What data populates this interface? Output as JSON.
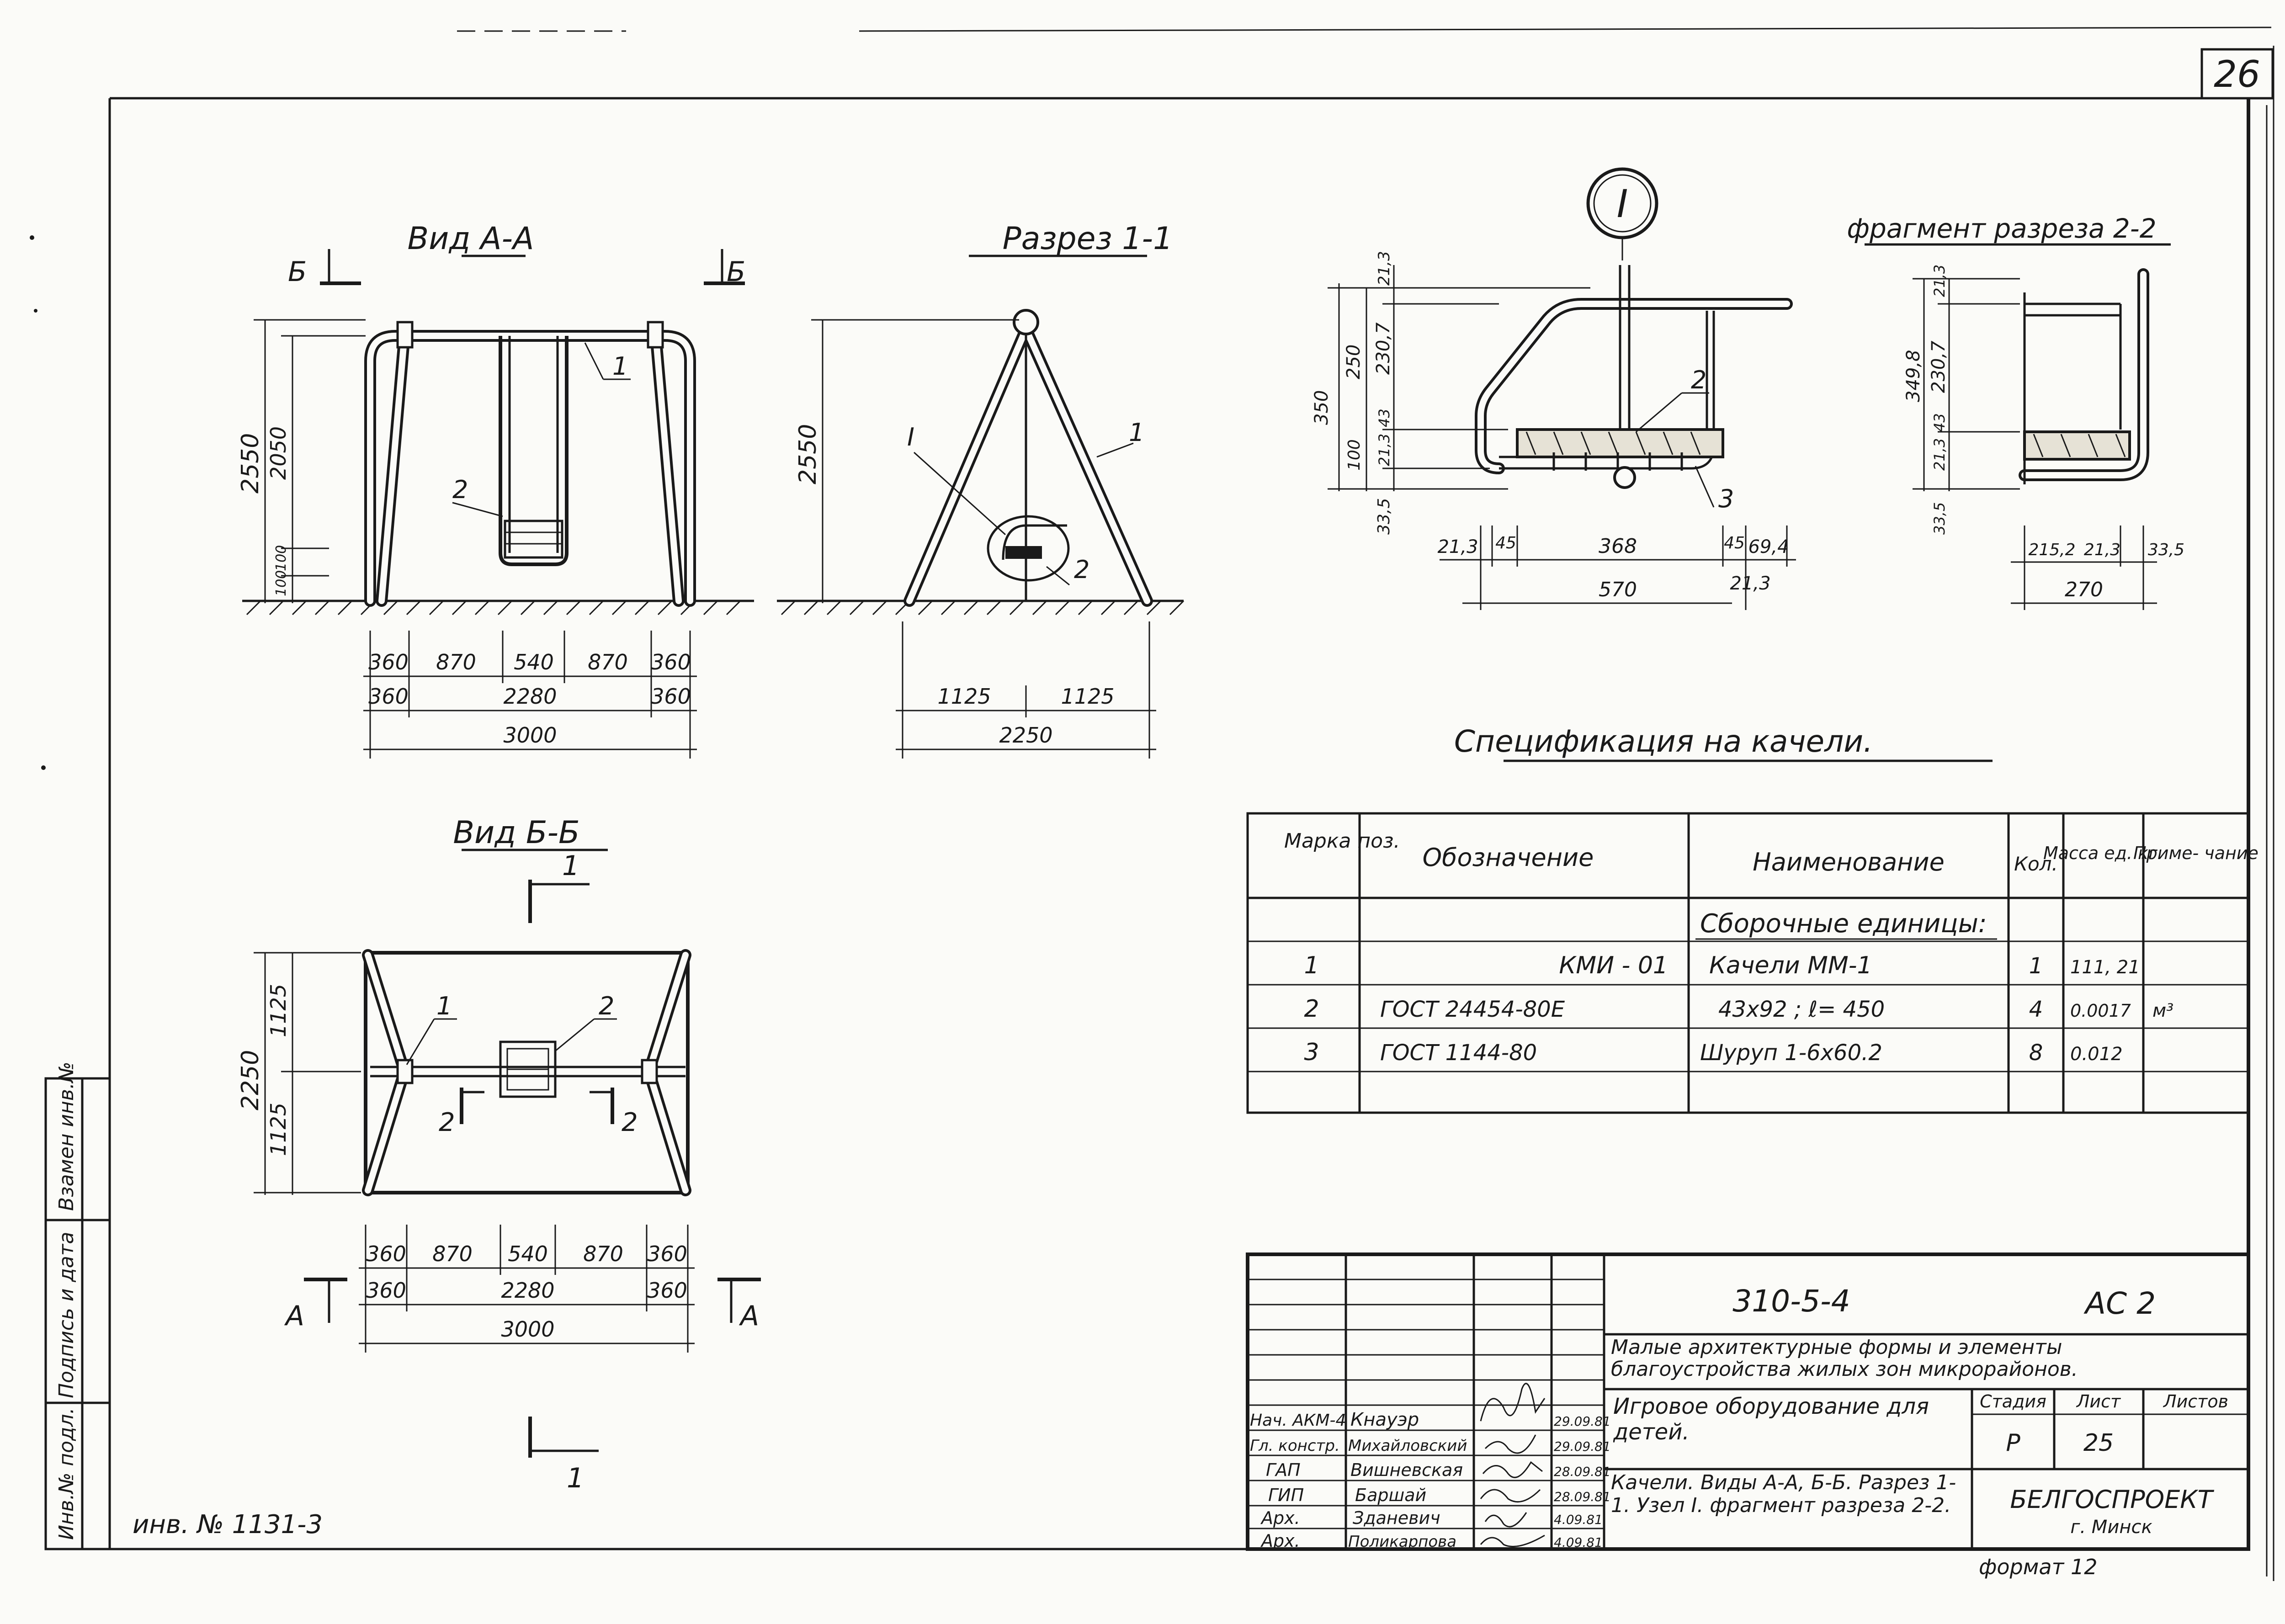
{
  "sheet": {
    "number": "26",
    "inv_number": "инв. № 1131-3",
    "format": "формат 12"
  },
  "side_stamp": {
    "col1": "Инв.№ подл.",
    "col2": "Подпись и дата",
    "col3": "Взамен инв.№"
  },
  "view_aa": {
    "title": "Вид А-А",
    "cut_left": "Б",
    "cut_right": "Б",
    "height_total": "2550",
    "height_inner": "2050",
    "height_low1": "100",
    "height_low2": "100",
    "dims_row1": [
      "360",
      "870",
      "540",
      "870",
      "360"
    ],
    "dims_row2": [
      "360",
      "2280",
      "360"
    ],
    "dims_total": "3000",
    "pos1": "1",
    "pos2": "2"
  },
  "section_11": {
    "title": "Разрез 1-1",
    "height": "2550",
    "node_label": "I",
    "pos1": "1",
    "pos2": "2",
    "dims_half": [
      "1125",
      "1125"
    ],
    "dims_total": "2250"
  },
  "node_I": {
    "title": "I",
    "v_dims": [
      "350",
      "250",
      "230,7",
      "21,3",
      "100",
      "21,3",
      "43",
      "33,5"
    ],
    "h_dims_top": [
      "21,3",
      "45",
      "368",
      "45",
      "69,4"
    ],
    "h_dims_bottom": [
      "570",
      "21,3"
    ],
    "pos2": "2",
    "pos3": "3"
  },
  "fragment_22": {
    "title": "фрагмент разреза 2-2",
    "v_dims": [
      "349,8",
      "230,7",
      "21,3",
      "43",
      "21,3",
      "33,5"
    ],
    "h_dims": [
      "215,2",
      "21,3",
      "33,5"
    ],
    "h_total": "270"
  },
  "view_bb": {
    "title": "Вид Б-Б",
    "cut_top": "1",
    "cut_bottom": "1",
    "cut_left": "А",
    "cut_right": "А",
    "height_total": "2250",
    "height_half1": "1125",
    "height_half2": "1125",
    "pos1": "1",
    "pos2": "2",
    "sec_left": "2",
    "sec_right": "2",
    "dims_row1": [
      "360",
      "870",
      "540",
      "870",
      "360"
    ],
    "dims_row2": [
      "360",
      "2280",
      "360"
    ],
    "dims_total": "3000"
  },
  "spec": {
    "title": "Спецификация на качели.",
    "headers": [
      "Марка поз.",
      "Обозначение",
      "Наименование",
      "Кол.",
      "Масса ед. кг.",
      "Приме- чание"
    ],
    "group_title": "Сборочные единицы:",
    "rows": [
      [
        "1",
        "КМИ - 01",
        "Качели ММ-1",
        "1",
        "111, 21",
        ""
      ],
      [
        "2",
        "ГОСТ 24454-80Е",
        "43х92 ; ℓ= 450",
        "4",
        "0.0017",
        "м³"
      ],
      [
        "3",
        "ГОСТ 1144-80",
        "Шуруп 1-6х60.2",
        "8",
        "0.012",
        ""
      ]
    ]
  },
  "title_block": {
    "code": "310-5-4",
    "mark": "АС 2",
    "project_title": "Малые архитектурные формы и элементы благоустройства жилых зон микрорайонов.",
    "object": "Игровое оборудование для детей.",
    "sheet_title": "Качели. Виды А-А, Б-Б. Разрез 1-1. Узел I. фрагмент разреза 2-2.",
    "stage_label": "Стадия",
    "sheet_label": "Лист",
    "sheets_label": "Листов",
    "stage": "Р",
    "sheet": "25",
    "sheets": "",
    "org": "БЕЛГОСПРОЕКТ",
    "city": "г. Минск",
    "people": [
      {
        "role": "Нач. АКМ-4",
        "name": "Кнауэр",
        "date": "29.09.81"
      },
      {
        "role": "Гл. констр.",
        "name": "Михайловский",
        "date": "29.09.81"
      },
      {
        "role": "ГАП",
        "name": "Вишневская",
        "date": "28.09.81"
      },
      {
        "role": "ГИП",
        "name": "Баршай",
        "date": "28.09.81"
      },
      {
        "role": "Арх.",
        "name": "Зданевич",
        "date": "4.09.81"
      },
      {
        "role": "Арх.",
        "name": "Поликарпова",
        "date": "4.09.81"
      }
    ]
  }
}
